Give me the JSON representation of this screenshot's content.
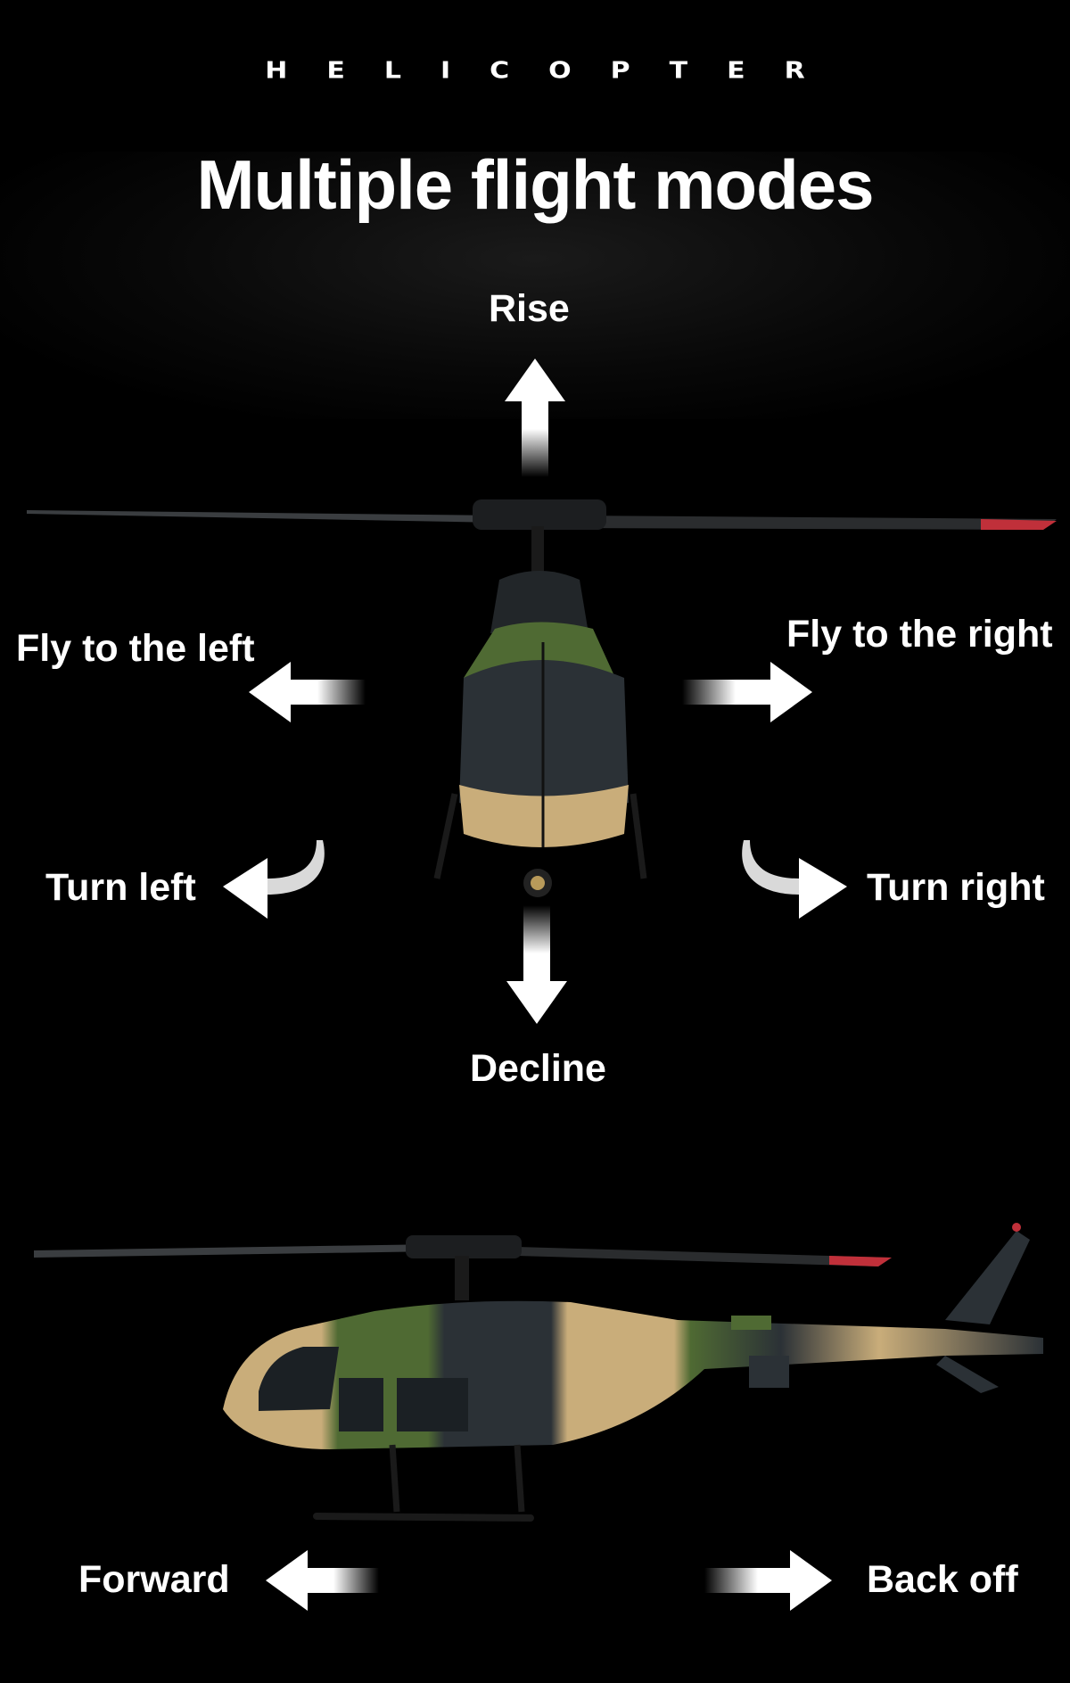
{
  "header": {
    "brand": "HELICOPTER",
    "title": "Multiple flight modes"
  },
  "modes": {
    "rise": "Rise",
    "decline": "Decline",
    "fly_left": "Fly to the left",
    "fly_right": "Fly to the right",
    "turn_left": "Turn left",
    "turn_right": "Turn right",
    "forward": "Forward",
    "back_off": "Back off"
  },
  "colors": {
    "background": "#000000",
    "text": "#ffffff",
    "camo_green": "#4f6a33",
    "camo_tan": "#c9ad7a",
    "camo_dark": "#2b3136",
    "blade_tip": "#c0303a"
  }
}
